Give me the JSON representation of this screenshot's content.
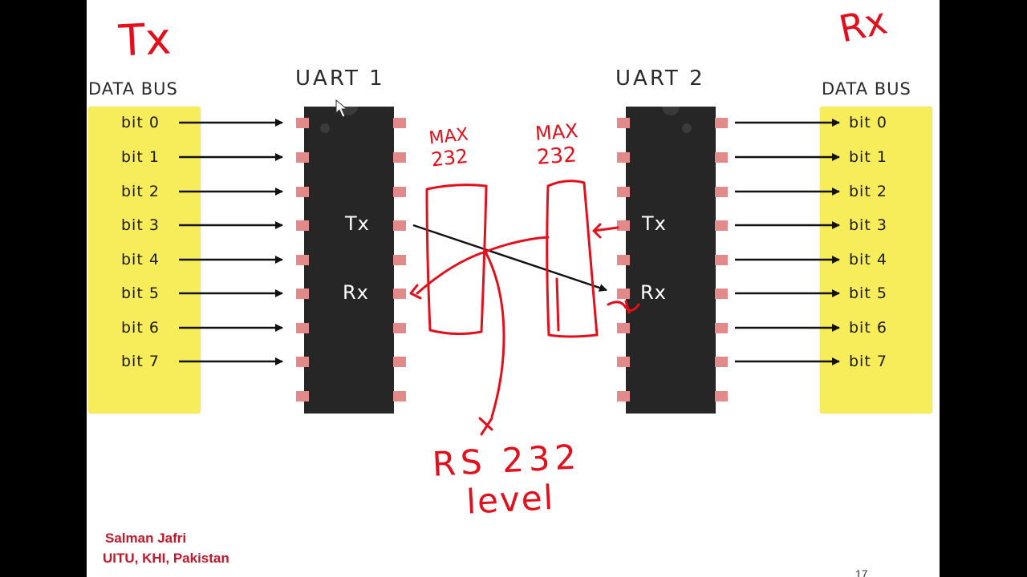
{
  "left": {
    "bus_title": "DATA BUS",
    "chip_title": "UART 1",
    "bits": [
      "bit 0",
      "bit 1",
      "bit 2",
      "bit 3",
      "bit 4",
      "bit 5",
      "bit 6",
      "bit 7"
    ],
    "tx_label": "Tx",
    "rx_label": "Rx"
  },
  "right": {
    "bus_title": "DATA BUS",
    "chip_title": "UART 2",
    "bits": [
      "bit 0",
      "bit 1",
      "bit 2",
      "bit 3",
      "bit 4",
      "bit 5",
      "bit 6",
      "bit 7"
    ],
    "tx_label": "Tx",
    "rx_label": "Rx"
  },
  "annotations": {
    "tx_note": "Tx",
    "rx_note": "Rx",
    "max_left": [
      "MAX",
      "232"
    ],
    "max_right": [
      "MAX",
      "232"
    ],
    "level_note": [
      "RS 232",
      "level"
    ]
  },
  "footer": {
    "author": "Salman Jafri",
    "affiliation": "UITU, KHI, Pakistan",
    "page": "17"
  },
  "colors": {
    "bus": "#f7ec5a",
    "chip": "#262626",
    "pin": "#e28a8a",
    "ink": "#e2101c",
    "author": "#c0182b"
  }
}
